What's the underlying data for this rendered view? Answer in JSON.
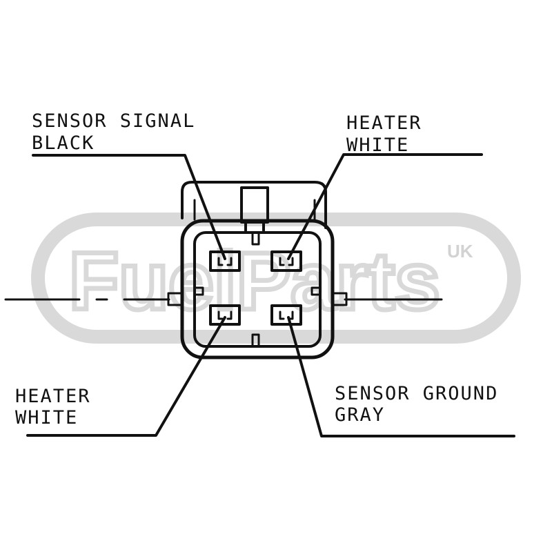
{
  "watermark": {
    "brand": "FuelParts",
    "region": "UK"
  },
  "labels": {
    "top_left": {
      "line1": "SENSOR SIGNAL",
      "line2": "BLACK"
    },
    "top_right": {
      "line1": "HEATER",
      "line2": "WHITE"
    },
    "bottom_left": {
      "line1": "HEATER",
      "line2": "WHITE"
    },
    "bottom_right": {
      "line1": "SENSOR GROUND",
      "line2": "GRAY"
    }
  },
  "colors": {
    "ink": "#111111",
    "watermark": "#d9d9d9",
    "background": "#ffffff"
  }
}
